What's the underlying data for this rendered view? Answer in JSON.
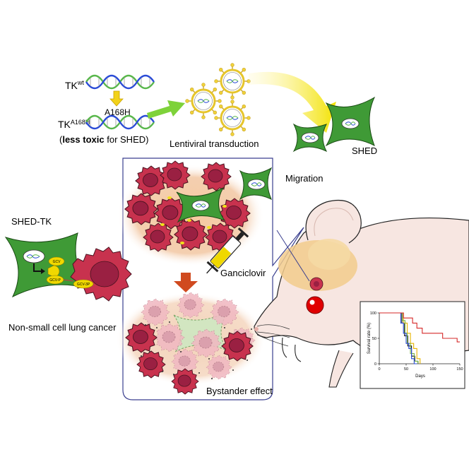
{
  "labels": {
    "tk_wt_base": "TK",
    "tk_wt_sup": "wt",
    "mutation": "A168H",
    "tk_mut_base": "TK",
    "tk_mut_sub": "A168H",
    "paren_open": "(",
    "less_toxic": "less toxic",
    "for_shed": " for SHED)",
    "lentiviral": "Lentiviral transduction",
    "shed": "SHED",
    "migration": "Migration",
    "shed_tk": "SHED-TK",
    "gcv": "GCV",
    "gcv_p": "GCV-P",
    "gcv_3p": "GCV-3P",
    "nsclc": "Non-small cell lung cancer",
    "ganciclovir": "Ganciclovir",
    "bystander": "Bystander effect"
  },
  "chart_data": {
    "type": "line",
    "xlabel": "Days",
    "ylabel": "Survival rate (%)",
    "xlim": [
      0,
      150
    ],
    "ylim": [
      0,
      100
    ],
    "xticks": [
      0,
      50,
      100,
      150
    ],
    "yticks": [
      0,
      50,
      100
    ],
    "series": [
      {
        "color": "#d62828",
        "x": [
          0,
          40,
          45,
          55,
          62,
          70,
          80,
          100,
          118,
          145,
          150
        ],
        "y": [
          100,
          100,
          90,
          90,
          80,
          70,
          60,
          60,
          50,
          43,
          43
        ]
      },
      {
        "color": "#2a4bd7",
        "x": [
          0,
          35,
          40,
          45,
          50,
          55,
          60,
          65,
          70
        ],
        "y": [
          100,
          100,
          80,
          60,
          40,
          30,
          10,
          0,
          0
        ]
      },
      {
        "color": "#7ab648",
        "x": [
          0,
          38,
          43,
          48,
          52,
          58,
          65,
          72
        ],
        "y": [
          100,
          100,
          85,
          60,
          40,
          20,
          5,
          0
        ]
      },
      {
        "color": "#e8b400",
        "x": [
          0,
          40,
          45,
          52,
          58,
          64,
          70,
          76
        ],
        "y": [
          100,
          100,
          80,
          60,
          40,
          30,
          10,
          0
        ]
      },
      {
        "color": "#111111",
        "x": [
          0,
          36,
          42,
          47,
          53,
          60,
          66,
          72
        ],
        "y": [
          100,
          100,
          80,
          55,
          35,
          15,
          5,
          0
        ]
      }
    ]
  }
}
